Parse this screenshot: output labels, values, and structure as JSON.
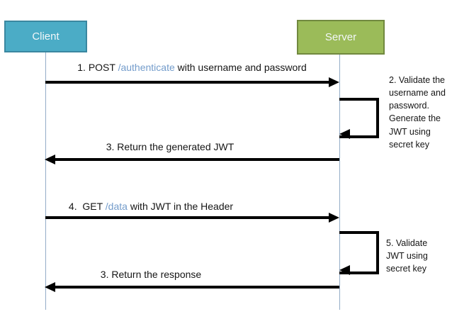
{
  "actors": {
    "client": {
      "label": "Client"
    },
    "server": {
      "label": "Server"
    }
  },
  "messages": {
    "m1": {
      "prefix": "1. POST ",
      "link": "/authenticate",
      "suffix": " with username and password",
      "direction": "client-to-server"
    },
    "m3": {
      "text": "3. Return the generated JWT",
      "direction": "server-to-client"
    },
    "m4": {
      "prefix": "4.  GET ",
      "link": "/data",
      "suffix": " with JWT in the Header",
      "direction": "client-to-server"
    },
    "m6": {
      "text": "3. Return the response",
      "direction": "server-to-client"
    }
  },
  "notes": {
    "n2": {
      "text": "2. Validate the username and password. Generate the JWT using secret key"
    },
    "n5": {
      "text": "5. Validate JWT using secret key"
    }
  },
  "colors": {
    "client_fill": "#4BACC6",
    "client_border": "#3A87A0",
    "server_fill": "#9BBB59",
    "server_border": "#71893F",
    "endpoint_link_text": "#739CCB",
    "arrow": "#000000",
    "lifeline": "#93ACC7"
  }
}
